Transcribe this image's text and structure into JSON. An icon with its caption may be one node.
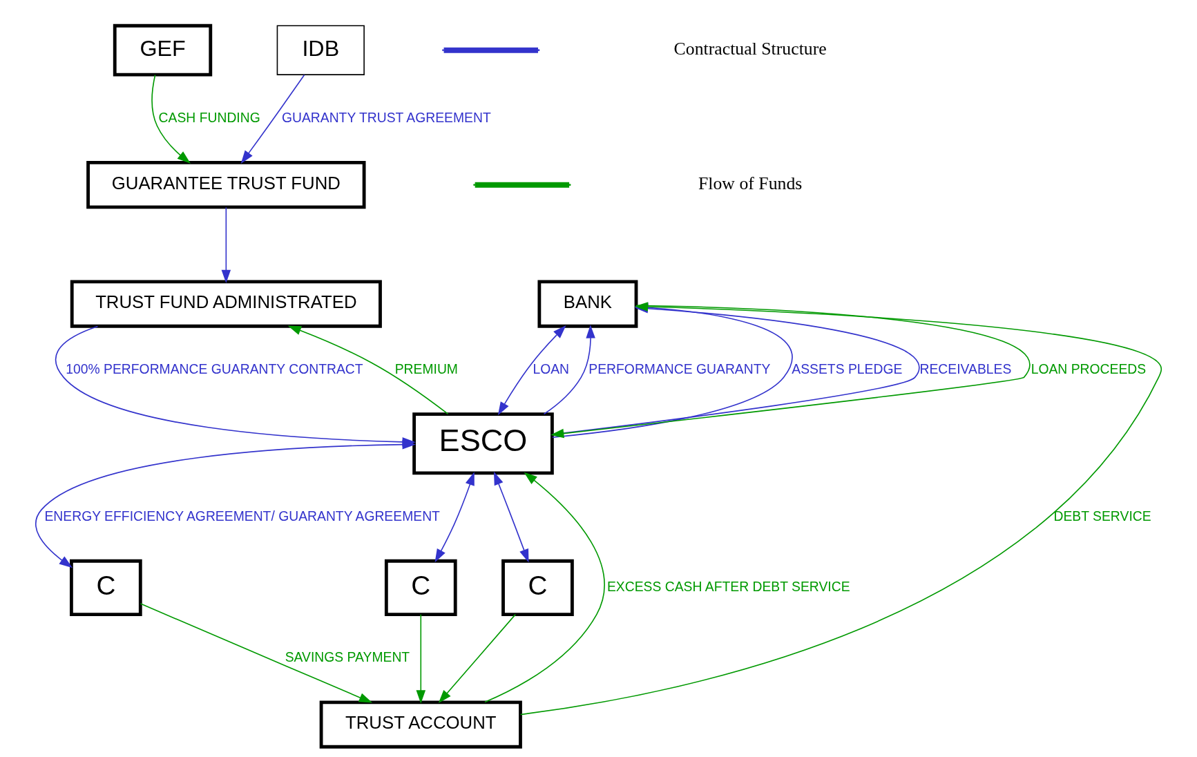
{
  "diagram": {
    "nodes": [
      {
        "text": [
          "GEF"
        ]
      },
      {
        "text": [
          "IDB"
        ]
      },
      {
        "text": [
          "GUARANTEE TRUST FUND"
        ]
      },
      {
        "text": [
          "TRUST FUND ADMINISTRATED"
        ]
      },
      {
        "text": [
          "ESCO"
        ]
      },
      {
        "text": [
          "BANK"
        ]
      },
      {
        "text": [
          "C"
        ]
      },
      {
        "text": [
          "C"
        ]
      },
      {
        "text": [
          "C"
        ]
      },
      {
        "text": [
          "TRUST ACCOUNT"
        ]
      }
    ],
    "edges": [
      {
        "from": 0,
        "to": 2,
        "arrow": "to",
        "label": "CASH FUNDING",
        "color": "#009900"
      },
      {
        "from": 1,
        "to": 2,
        "arrow": "to",
        "label": "GUARANTY TRUST AGREEMENT"
      },
      {
        "from": 2,
        "to": 3,
        "arrow": "to"
      },
      {
        "from": 3,
        "to": 4,
        "arrow": "to",
        "label": "100% PERFORMANCE GUARANTY CONTRACT"
      },
      {
        "from": 4,
        "to": 3,
        "arrow": "to",
        "label": "PREMIUM",
        "color": "#009900"
      },
      {
        "from": 4,
        "to": 5,
        "arrow": "to",
        "label": "PERFORMANCE GUARANTY"
      },
      {
        "from": 4,
        "to": 5,
        "arrow": "to",
        "label": "ASSETS PLEDGE"
      },
      {
        "from": 4,
        "to": 5,
        "arrow": "to",
        "label": "RECEIVABLES"
      },
      {
        "from": 5,
        "to": 4,
        "arrow": "to",
        "label": "LOAN PROCEEDS",
        "color": "#009900"
      },
      {
        "from": 5,
        "to": 4,
        "arrow": "both",
        "label": "LOAN"
      },
      {
        "from": 9,
        "to": 5,
        "arrow": "to",
        "label": "DEBT SERVICE",
        "color": "#009900"
      },
      {
        "from": 4,
        "to": 6,
        "arrow": "both",
        "label": "ENERGY EFFICIENCY AGREEMENT/ GUARANTY AGREEMENT"
      },
      {
        "from": 4,
        "to": 7,
        "arrow": "both"
      },
      {
        "from": 4,
        "to": 8,
        "arrow": "both"
      },
      {
        "from": 9,
        "to": 4,
        "arrow": "to",
        "label": "EXCESS CASH AFTER DEBT SERVICE",
        "color": "#009900"
      },
      {
        "from": 6,
        "to": 9,
        "arrow": "to",
        "label": "SAVINGS PAYMENT",
        "color": "#009900"
      },
      {
        "from": 7,
        "to": 9,
        "arrow": "to",
        "color": "#009900"
      },
      {
        "from": 8,
        "to": 9,
        "arrow": "to",
        "color": "#009900"
      }
    ],
    "legend": [
      {
        "text": "Contractual Structure"
      },
      {
        "text": "Flow of Funds"
      }
    ]
  }
}
